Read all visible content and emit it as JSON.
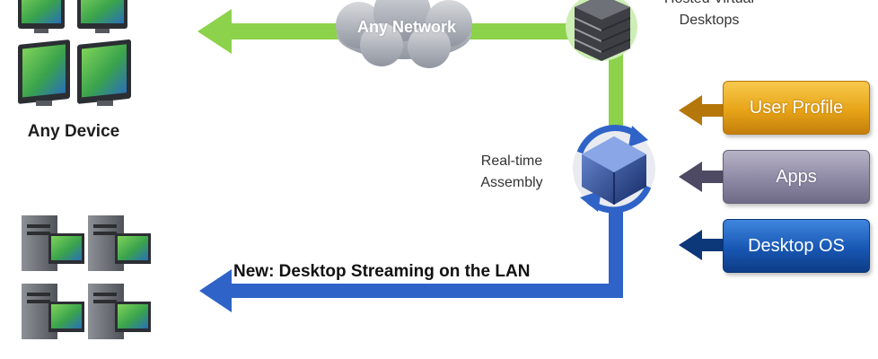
{
  "labels": {
    "any_device": "Any Device",
    "any_network": "Any Network",
    "hosted_line1": "Hosted Virtual",
    "hosted_line2": "Desktops",
    "assembly_line1": "Real-time",
    "assembly_line2": "Assembly",
    "streaming": "New:  Desktop Streaming on the LAN"
  },
  "layers": [
    {
      "label": "User Profile",
      "color": "#e7a417"
    },
    {
      "label": "Apps",
      "color": "#8e89a4"
    },
    {
      "label": "Desktop OS",
      "color": "#1857b3"
    }
  ],
  "colors": {
    "green_arrow": "#8cd24a",
    "blue_arrow": "#2f63c8",
    "cloud": "#a9adb3"
  },
  "icons": {
    "devices": "monitor-icon",
    "lan_devices": "desktop-pc-icon",
    "server": "server-rack-icon",
    "assembly": "rotating-cube-icon"
  }
}
